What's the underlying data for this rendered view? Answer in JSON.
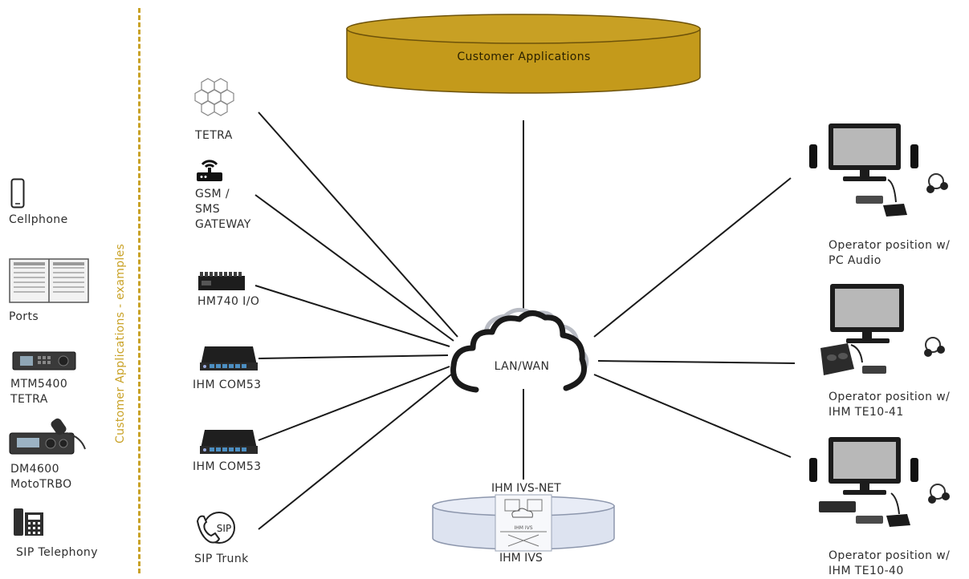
{
  "title": "Customer Applications",
  "sidebar_label": "Customer Applications - examples",
  "hub_label": "LAN/WAN",
  "left_items": [
    {
      "lines": [
        "Cellphone"
      ],
      "icon": "cellphone-icon"
    },
    {
      "lines": [
        "Ports"
      ],
      "icon": "ports-panel-icon"
    },
    {
      "lines": [
        "MTM5400",
        "TETRA"
      ],
      "icon": "radio-terminal-icon"
    },
    {
      "lines": [
        "DM4600",
        "MotoTRBO"
      ],
      "icon": "mobile-radio-icon"
    },
    {
      "lines": [
        "SIP Telephony"
      ],
      "icon": "desk-phone-icon"
    }
  ],
  "devices": [
    {
      "lines": [
        "TETRA"
      ],
      "icon": "hexagon-network-icon"
    },
    {
      "lines": [
        "GSM /",
        "SMS",
        "GATEWAY"
      ],
      "icon": "router-icon"
    },
    {
      "lines": [
        "HM740 I/O"
      ],
      "icon": "io-module-icon"
    },
    {
      "lines": [
        "IHM COM53"
      ],
      "icon": "com53-box-icon"
    },
    {
      "lines": [
        "IHM COM53"
      ],
      "icon": "com53-box-icon"
    },
    {
      "lines": [
        "SIP Trunk"
      ],
      "icon": "sip-icon"
    }
  ],
  "sip_badge": "SIP",
  "server": {
    "top_label": "IHM IVS-NET",
    "bottom_label": "IHM IVS",
    "inner_label": "IHM IVS"
  },
  "operators": [
    {
      "lines": [
        "Operator position w/",
        "PC Audio"
      ],
      "icon": "workstation-icon"
    },
    {
      "lines": [
        "Operator position w/",
        "IHM TE10-41"
      ],
      "icon": "workstation-icon"
    },
    {
      "lines": [
        "Operator position w/",
        "IHM TE10-40"
      ],
      "icon": "workstation-icon"
    }
  ],
  "colors": {
    "gold": "#c9a227",
    "drum": "#c49a1b",
    "drum_dark": "#8e6b0c",
    "line": "#1a1a1a",
    "server_fill": "#dde3f0",
    "cloud_back": "#b9bcc4"
  }
}
